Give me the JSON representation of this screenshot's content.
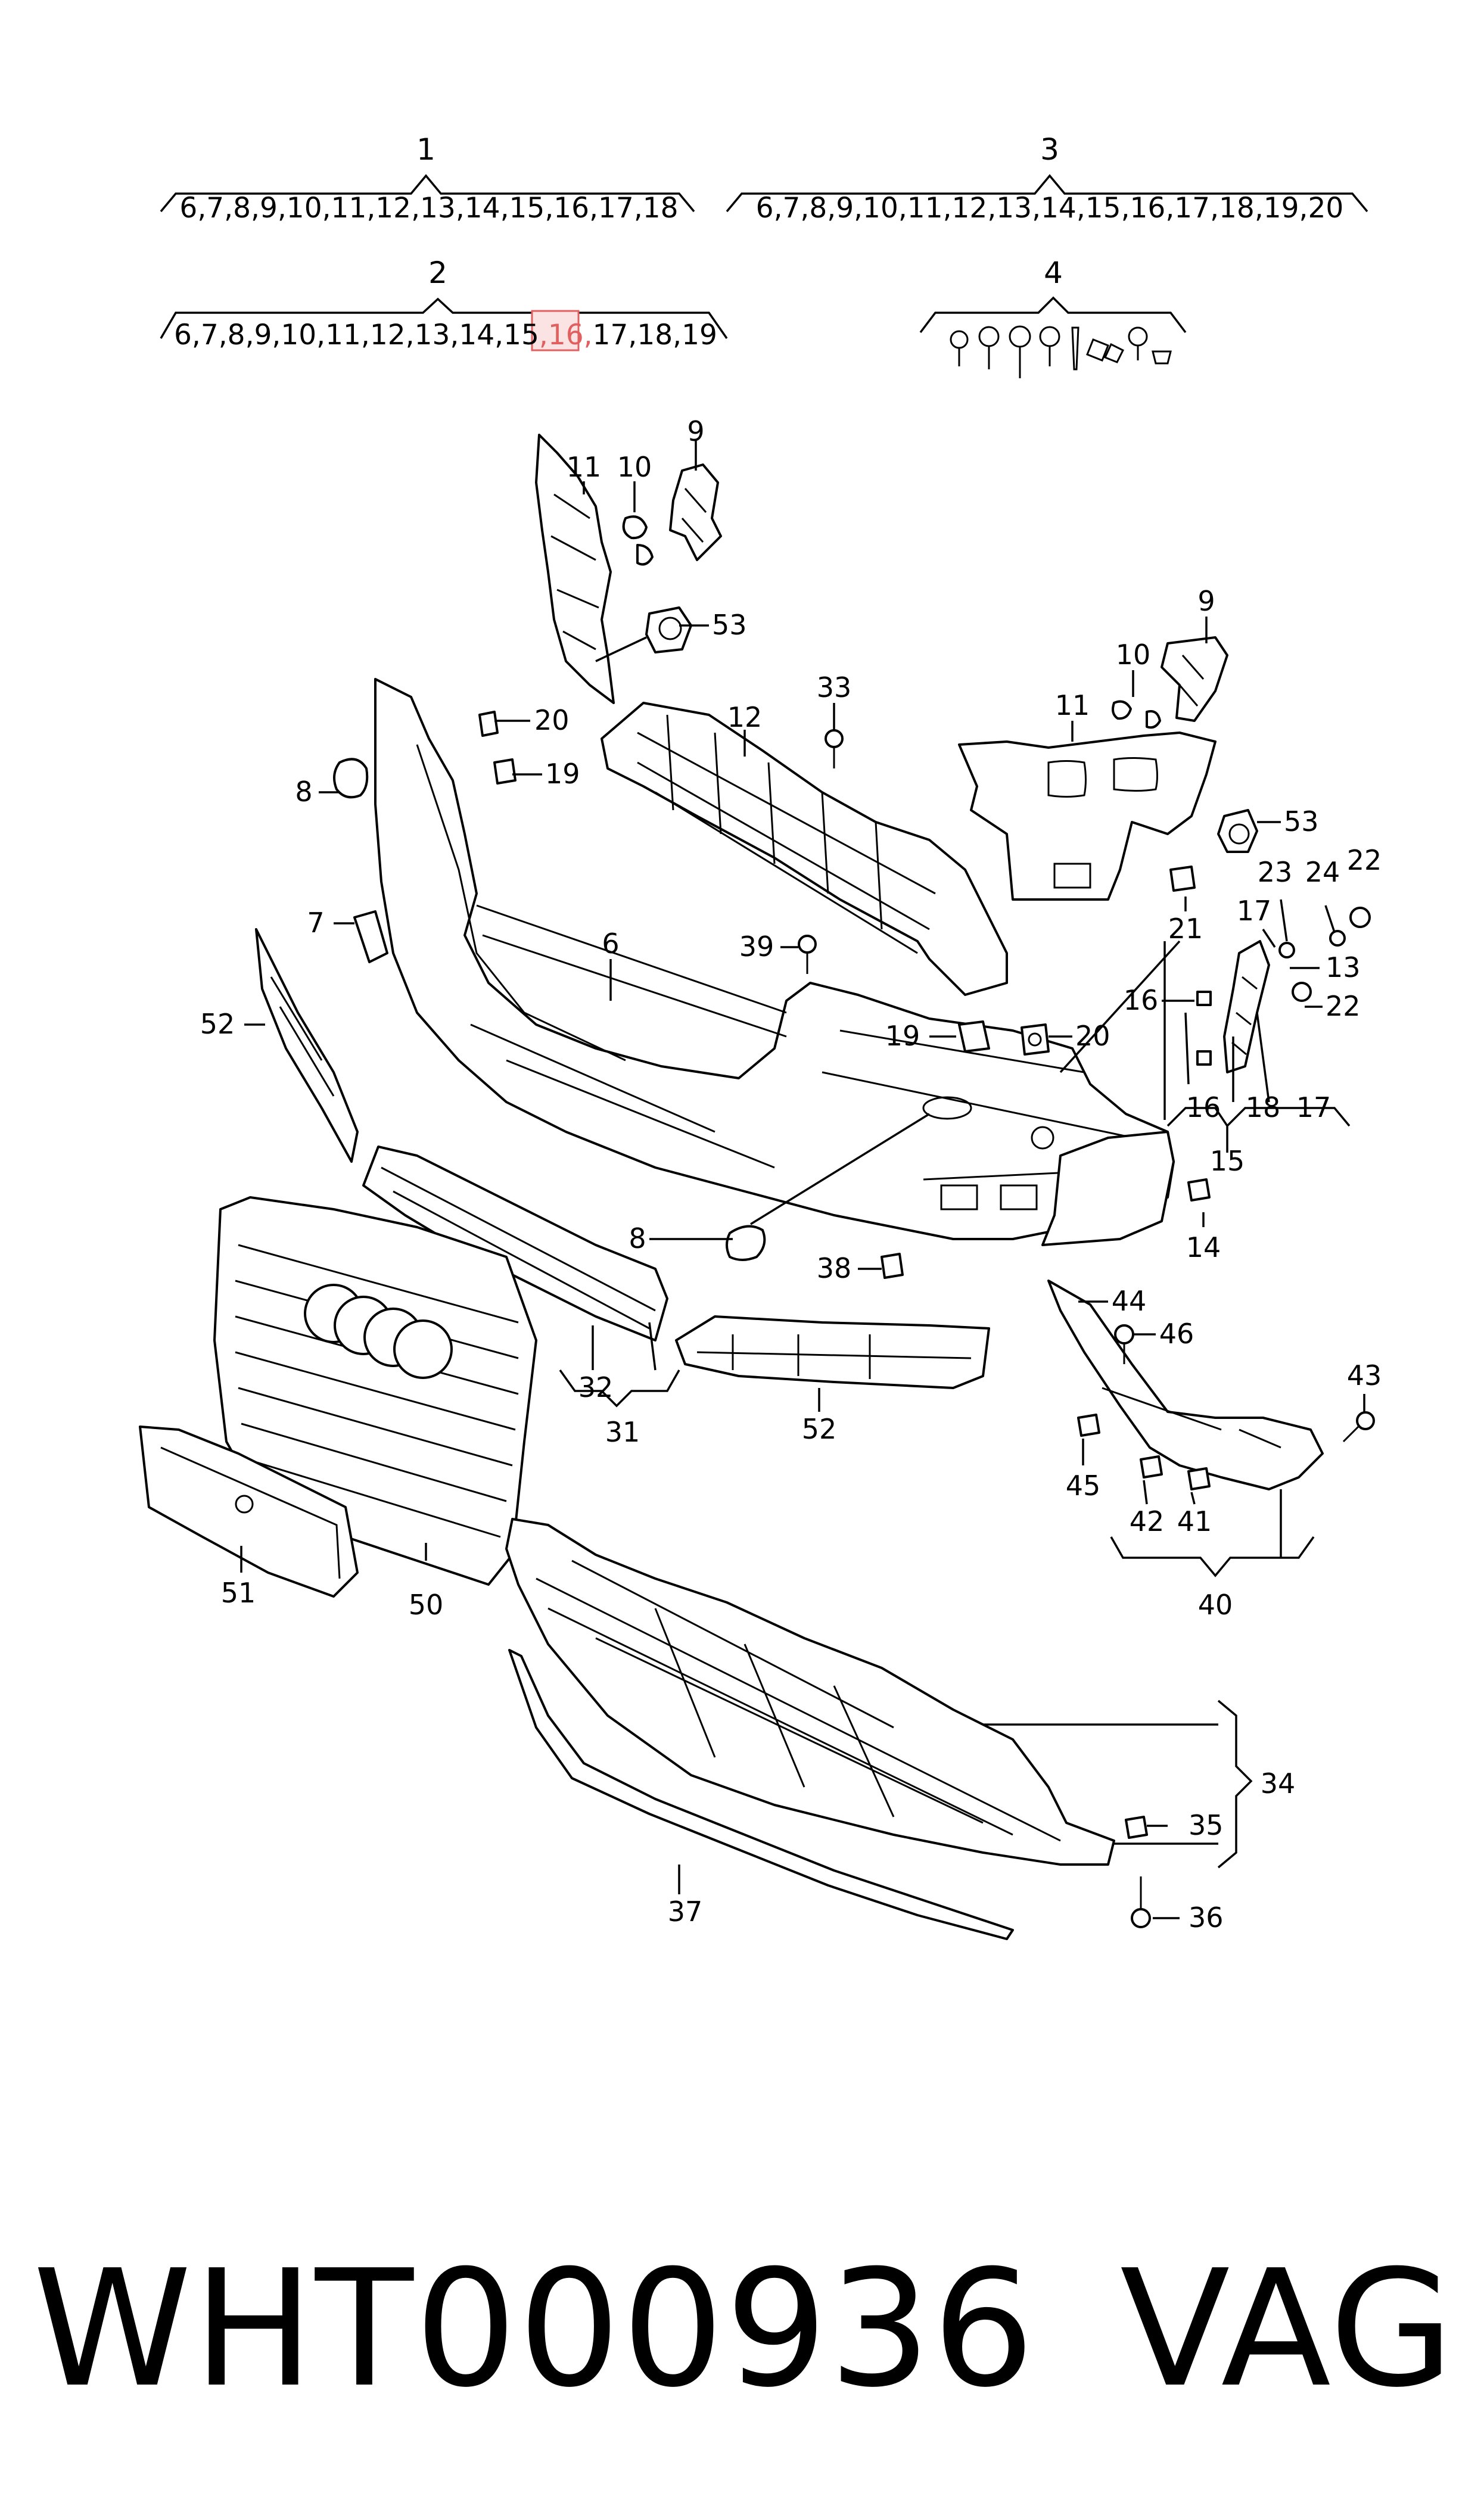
{
  "footer": {
    "part_code": "WHT000936",
    "brand": "VAG"
  },
  "kit_labels": [
    {
      "num": "1",
      "contents": "6,7,8,9,10,11,12,13,14,15,16,17,18"
    },
    {
      "num": "2",
      "contents_before": "6,7,8,9,10,11,12,13,14,15",
      "contents_highlight": ",16,",
      "contents_after": "17,18,19"
    },
    {
      "num": "3",
      "contents": "6,7,8,9,10,11,12,13,14,15,16,17,18,19,20"
    },
    {
      "num": "4",
      "contents": ""
    }
  ],
  "callouts": {
    "c9a": "9",
    "c11a": "11",
    "c10a": "10",
    "c53a": "53",
    "c20a": "20",
    "c19a": "19",
    "c8a": "8",
    "c7": "7",
    "c6": "6",
    "c12": "12",
    "c33": "33",
    "c39": "39",
    "c9b": "9",
    "c10b": "10",
    "c11b": "11",
    "c53b": "53",
    "c21": "21",
    "c23": "23",
    "c24": "24",
    "c22a": "22",
    "c17a": "17",
    "c13": "13",
    "c16a": "16",
    "c22b": "22",
    "c19b": "19",
    "c20b": "20",
    "c16b": "16",
    "c18": "18",
    "c17b": "17",
    "c15": "15",
    "c52a": "52",
    "c8b": "8",
    "c38": "38",
    "c14": "14",
    "c44": "44",
    "c46": "46",
    "c43": "43",
    "c32": "32",
    "c31": "31",
    "c52b": "52",
    "c45": "45",
    "c42": "42",
    "c41": "41",
    "c40": "40",
    "c51": "51",
    "c50": "50",
    "c34": "34",
    "c35": "35",
    "c36": "36",
    "c37": "37"
  },
  "highlight_color": "#e06060"
}
